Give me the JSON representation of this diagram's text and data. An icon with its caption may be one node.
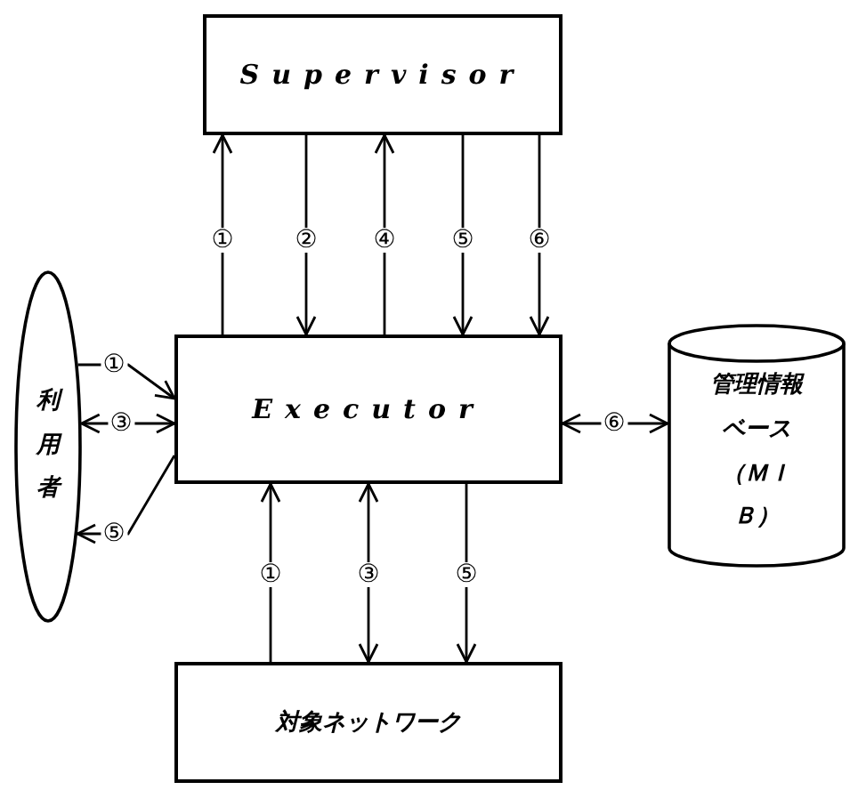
{
  "diagram": {
    "nodes": [
      {
        "text": [
          "Supervisor"
        ]
      },
      {
        "text": [
          "利用者"
        ]
      },
      {
        "text": [
          "Executor"
        ]
      },
      {
        "text": [
          "管理情報ベース（ＭＩＢ）"
        ]
      },
      {
        "text": [
          "対象ネットワーク"
        ]
      }
    ],
    "edges": [
      {
        "from": 2,
        "to": 0,
        "arrow": "to",
        "label": "①"
      },
      {
        "from": 0,
        "to": 2,
        "arrow": "to",
        "label": "②"
      },
      {
        "from": 2,
        "to": 0,
        "arrow": "to",
        "label": "④"
      },
      {
        "from": 0,
        "to": 2,
        "arrow": "to",
        "label": "⑤"
      },
      {
        "from": 0,
        "to": 2,
        "arrow": "to",
        "label": "⑥"
      },
      {
        "from": 1,
        "to": 2,
        "arrow": "to",
        "label": "①"
      },
      {
        "from": 1,
        "to": 2,
        "arrow": "both",
        "label": "③"
      },
      {
        "from": 2,
        "to": 1,
        "arrow": "to",
        "label": "⑤"
      },
      {
        "from": 2,
        "to": 3,
        "arrow": "both",
        "label": "⑥"
      },
      {
        "from": 4,
        "to": 2,
        "arrow": "to",
        "label": "①"
      },
      {
        "from": 2,
        "to": 4,
        "arrow": "both",
        "label": "③"
      },
      {
        "from": 2,
        "to": 4,
        "arrow": "to",
        "label": "⑤"
      }
    ]
  }
}
